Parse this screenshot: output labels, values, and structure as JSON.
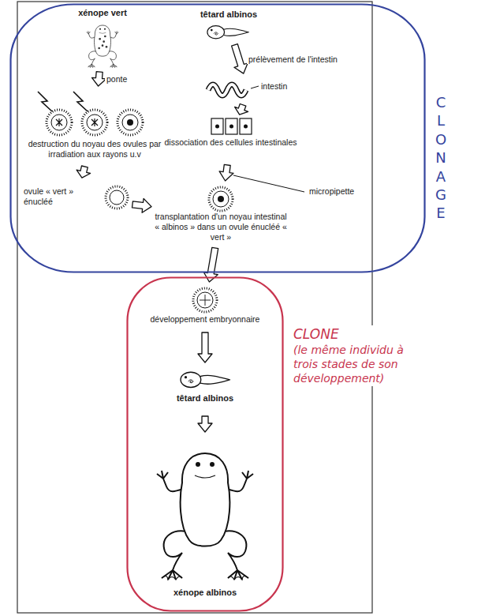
{
  "diagram": {
    "nodes": [
      {
        "text": [
          "CLONAGE"
        ]
      },
      {
        "text": [
          "xénope vert"
        ],
        "in": 0
      },
      {
        "text": [
          "têtard albinos"
        ],
        "in": 0
      },
      {
        "text": [
          "destruction du noyau des ovules par irradiation aux rayons u.v"
        ],
        "in": 0
      },
      {
        "text": [
          "intestin"
        ],
        "in": 0
      },
      {
        "text": [
          "dissociation des cellules intestinales"
        ],
        "in": 0
      },
      {
        "text": [
          "ovule « vert » énucléé"
        ],
        "in": 0
      },
      {
        "text": [
          "transplantation d'un noyau intestinal « albinos » dans un ovule énucléé « vert »"
        ],
        "in": 0
      },
      {
        "text": [
          "CLONE",
          "(le même individu à trois stades de son développement)"
        ]
      },
      {
        "text": [
          "développement embryonnaire"
        ],
        "in": 8
      },
      {
        "text": [
          "têtard albinos"
        ],
        "in": 8
      },
      {
        "text": [
          "xénope albinos"
        ],
        "in": 8
      }
    ],
    "edges": [
      {
        "from": 1,
        "to": 3,
        "label": "ponte",
        "arrow": "to"
      },
      {
        "from": 2,
        "to": 4,
        "label": "prélèvement de l'intestin",
        "arrow": "to"
      },
      {
        "from": 4,
        "to": 5,
        "arrow": "to"
      },
      {
        "from": 3,
        "to": 6,
        "arrow": "to"
      },
      {
        "from": 6,
        "to": 7,
        "arrow": "to"
      },
      {
        "from": 5,
        "to": 7,
        "arrow": "to"
      },
      {
        "from": 7,
        "to": 9,
        "arrow": "to"
      },
      {
        "from": 9,
        "to": 10,
        "arrow": "to"
      },
      {
        "from": 10,
        "to": 11,
        "arrow": "to"
      }
    ],
    "labels": [
      "micropipette"
    ]
  }
}
